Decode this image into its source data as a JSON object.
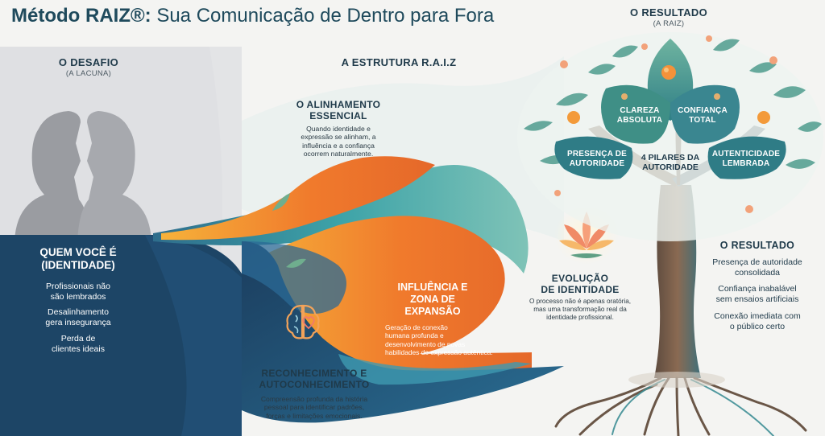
{
  "title": {
    "bold": "Método RAIZ®:",
    "rest": " Sua Comunicação de Dentro para Fora"
  },
  "desafio": {
    "heading": "O DESAFIO",
    "sub": "(A LACUNA)",
    "panel_heading_line1": "QUEM VOCÊ É",
    "panel_heading_line2": "(IDENTIDADE)",
    "items": [
      {
        "line1": "Profissionais não",
        "line2": "são lembrados"
      },
      {
        "line1": "Desalinhamento",
        "line2": "gera insegurança"
      },
      {
        "line1": "Perda de",
        "line2": "clientes ideais"
      }
    ]
  },
  "estrutura": {
    "heading": "A ESTRUTURA R.A.I.Z"
  },
  "alinhamento": {
    "heading_line1": "O ALINHAMENTO",
    "heading_line2": "ESSENCIAL",
    "body": [
      "Quando identidade e",
      "expressão se alinham, a",
      "influência e a confiança",
      "ocorrem naturalmente."
    ]
  },
  "influencia": {
    "heading_line1": "INFLUÊNCIA E",
    "heading_line2": "ZONA DE",
    "heading_line3": "EXPANSÃO",
    "body": [
      "Geração de conexão",
      "humana profunda e",
      "desenvolvimento de novas",
      "habilidades de expressão autêntica."
    ]
  },
  "reconhecimento": {
    "heading_line1": "RECONHECIMENTO E",
    "heading_line2": "AUTOCONHECIMENTO",
    "body": [
      "Compreensão profunda da história",
      "pessoal para identificar padrões,",
      "forças e limitações emocionais."
    ]
  },
  "evolucao": {
    "heading_line1": "EVOLUÇÃO",
    "heading_line2": "DE IDENTIDADE",
    "body": [
      "O processo não é apenas oratória,",
      "mas uma transformação real da",
      "identidade profissional."
    ]
  },
  "resultado_top": {
    "heading": "O RESULTADO",
    "sub": "(A RAIZ)"
  },
  "tree": {
    "center_line1": "4 PILARES DA",
    "center_line2": "AUTORIDADE",
    "leaves": [
      {
        "line1": "CLAREZA",
        "line2": "ABSOLUTA"
      },
      {
        "line1": "CONFIANÇA",
        "line2": "TOTAL"
      },
      {
        "line1": "PRESENÇA DE",
        "line2": "AUTORIDADE"
      },
      {
        "line1": "AUTENTICIDADE",
        "line2": "LEMBRADA"
      }
    ]
  },
  "resultado": {
    "heading": "O RESULTADO",
    "items": [
      {
        "line1": "Presença de autoridade",
        "line2": "consolidada"
      },
      {
        "line1": "Confiança inabalável",
        "line2": "sem ensaios artificiais"
      },
      {
        "line1": "Conexão imediata com",
        "line2": "o público certo"
      }
    ]
  },
  "colors": {
    "navy": "#1d4566",
    "teal": "#2f8f9c",
    "orange": "#f07a2c",
    "amber": "#f6a623",
    "leaf": "#3d8f86",
    "trunk": "#6b5446"
  }
}
